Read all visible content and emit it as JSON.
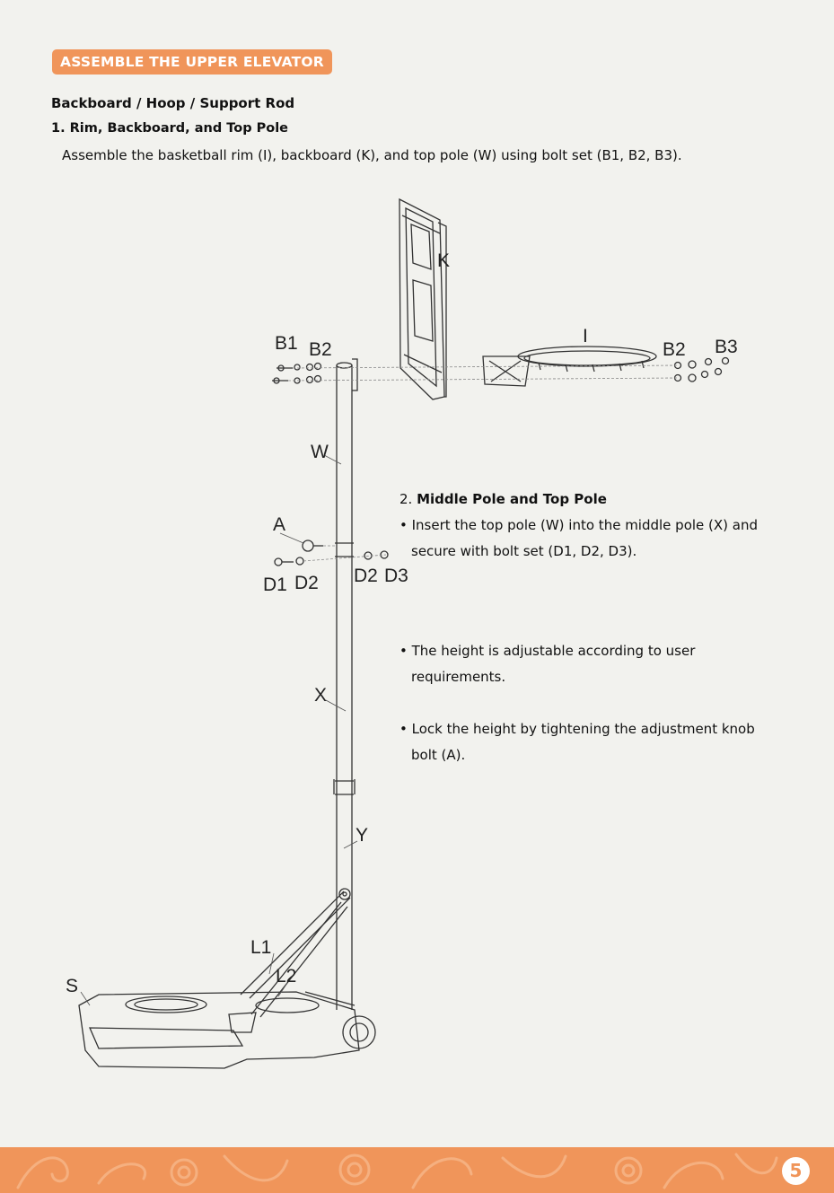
{
  "header": {
    "badge": "ASSEMBLE THE UPPER ELEVATOR"
  },
  "section": {
    "title": "Backboard / Hoop / Support Rod",
    "step1_title": "1. Rim, Backboard, and Top Pole",
    "step1_text": "Assemble the basketball rim (I), backboard (K), and top pole (W) using bolt set (B1, B2, B3)."
  },
  "step2": {
    "title_num": "2.",
    "title": "Middle Pole and Top Pole",
    "bullet_line1": "• Insert the top pole (W) into the middle pole (X) and",
    "bullet_line2": "secure with bolt set (D1, D2, D3)."
  },
  "notes": {
    "n1_line1": "• The height is adjustable according to user",
    "n1_line2": "requirements.",
    "n2_line1": "• Lock the height by tightening the adjustment knob",
    "n2_line2": "bolt (A)."
  },
  "diagram_labels": {
    "K": "K",
    "I": "I",
    "B1": "B1",
    "B2_left": "B2",
    "B2_right": "B2",
    "B3": "B3",
    "W": "W",
    "A": "A",
    "D1": "D1",
    "D2_left": "D2",
    "D2_right": "D2",
    "D3": "D3",
    "X": "X",
    "Y": "Y",
    "L1": "L1",
    "L2": "L2",
    "S": "S"
  },
  "footer": {
    "page_number": "5"
  },
  "colors": {
    "accent": "#f0955a",
    "background": "#f2f2ee"
  }
}
